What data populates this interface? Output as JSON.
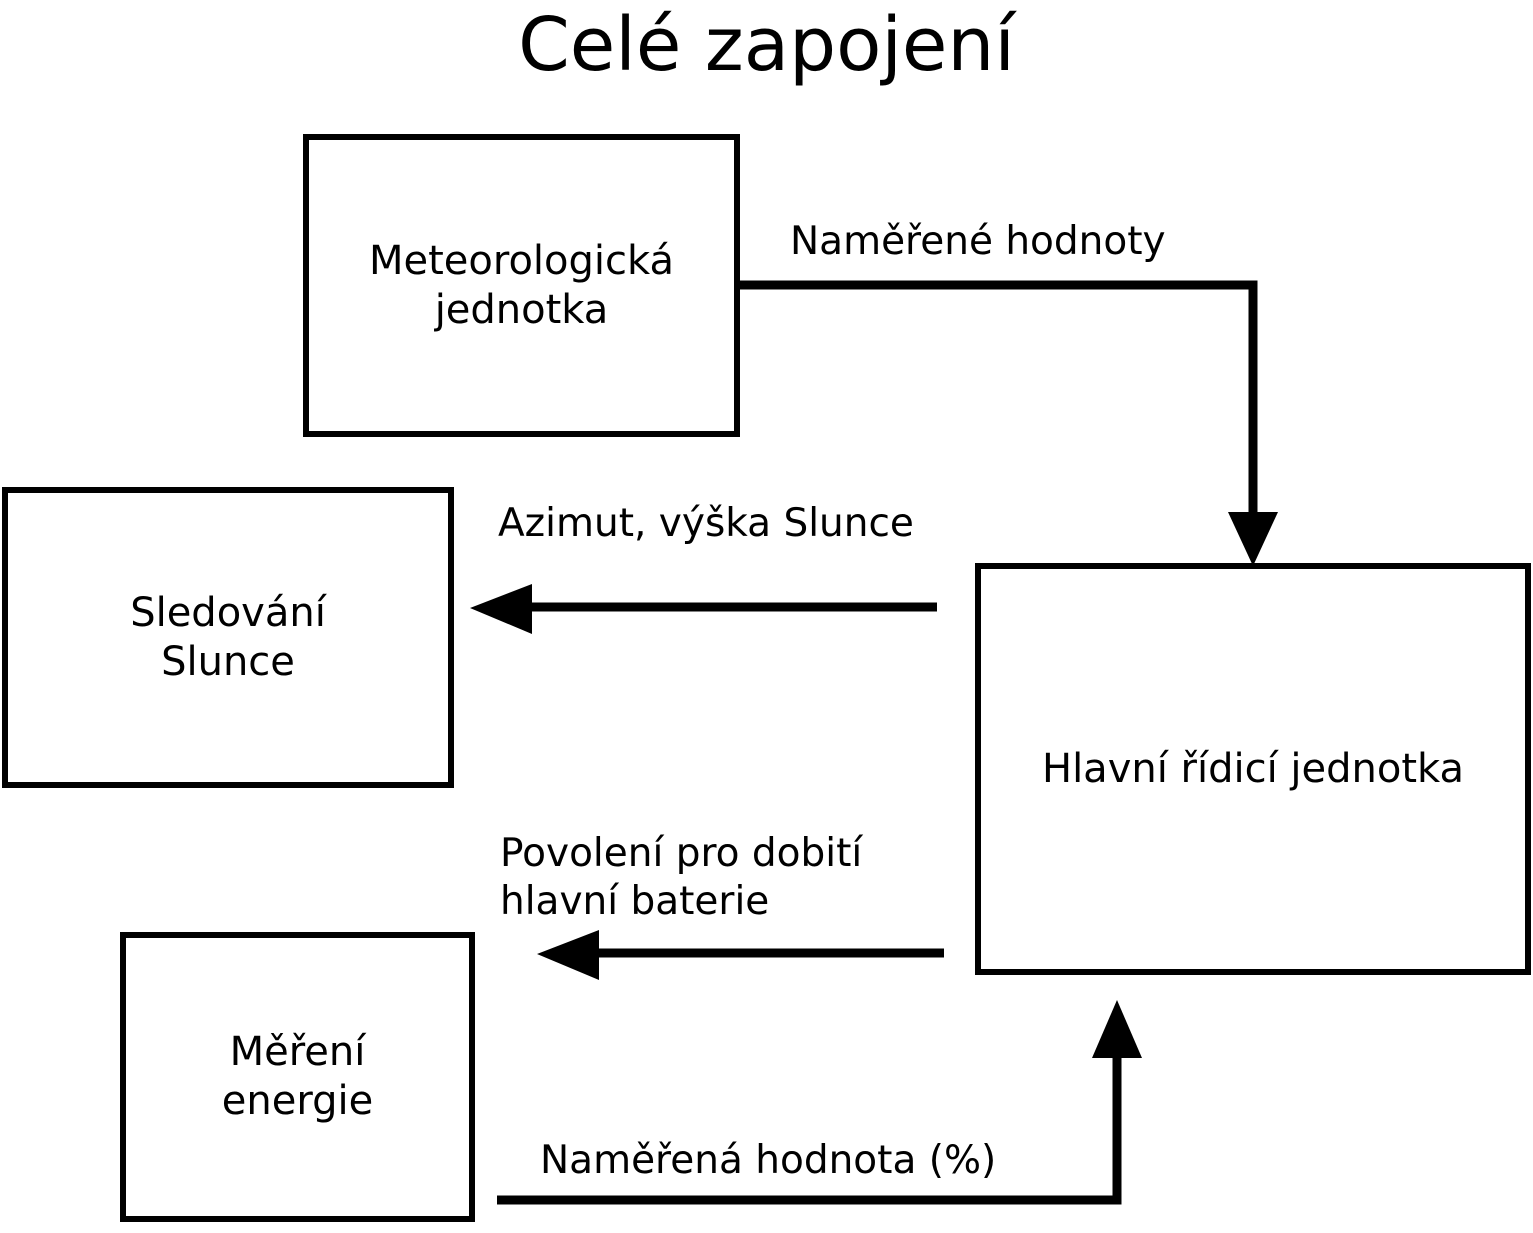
{
  "title": "Celé zapojení",
  "nodes": [
    {
      "id": "weather",
      "label": "Meteorologická\njednotka"
    },
    {
      "id": "sun",
      "label": "Sledování\nSlunce"
    },
    {
      "id": "main",
      "label": "Hlavní řídicí jednotka"
    },
    {
      "id": "energy",
      "label": "Měření\nenergie"
    }
  ],
  "edges": [
    {
      "id": "measured-values",
      "label": "Naměřené hodnoty",
      "from": "weather",
      "to": "main",
      "direction": "down"
    },
    {
      "id": "azimuth",
      "label": "Azimut, výška Slunce",
      "from": "main",
      "to": "sun",
      "direction": "left"
    },
    {
      "id": "charge-permission",
      "label": "Povolení pro dobití\nhlavní baterie",
      "from": "main",
      "to": "energy",
      "direction": "left"
    },
    {
      "id": "measured-percent",
      "label": "Naměřená hodnota (%)",
      "from": "energy",
      "to": "main",
      "direction": "up"
    }
  ],
  "style": {
    "stroke": "#000000",
    "background": "#ffffff"
  }
}
